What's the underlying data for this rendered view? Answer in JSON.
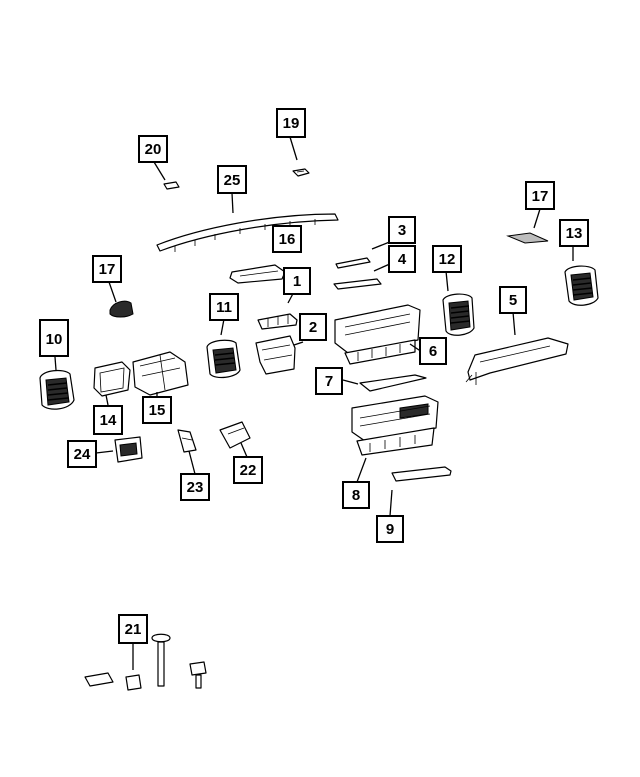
{
  "callouts": [
    {
      "id": "c1",
      "label": "1"
    },
    {
      "id": "c2",
      "label": "2"
    },
    {
      "id": "c3",
      "label": "3"
    },
    {
      "id": "c4",
      "label": "4"
    },
    {
      "id": "c5",
      "label": "5"
    },
    {
      "id": "c6",
      "label": "6"
    },
    {
      "id": "c7",
      "label": "7"
    },
    {
      "id": "c8",
      "label": "8"
    },
    {
      "id": "c9",
      "label": "9"
    },
    {
      "id": "c10",
      "label": "10"
    },
    {
      "id": "c11",
      "label": "11"
    },
    {
      "id": "c12",
      "label": "12"
    },
    {
      "id": "c13",
      "label": "13"
    },
    {
      "id": "c14",
      "label": "14"
    },
    {
      "id": "c15",
      "label": "15"
    },
    {
      "id": "c16",
      "label": "16"
    },
    {
      "id": "c17a",
      "label": "17"
    },
    {
      "id": "c17b",
      "label": "17"
    },
    {
      "id": "c19",
      "label": "19"
    },
    {
      "id": "c20",
      "label": "20"
    },
    {
      "id": "c21",
      "label": "21"
    },
    {
      "id": "c22",
      "label": "22"
    },
    {
      "id": "c23",
      "label": "23"
    },
    {
      "id": "c24",
      "label": "24"
    },
    {
      "id": "c25",
      "label": "25"
    }
  ]
}
